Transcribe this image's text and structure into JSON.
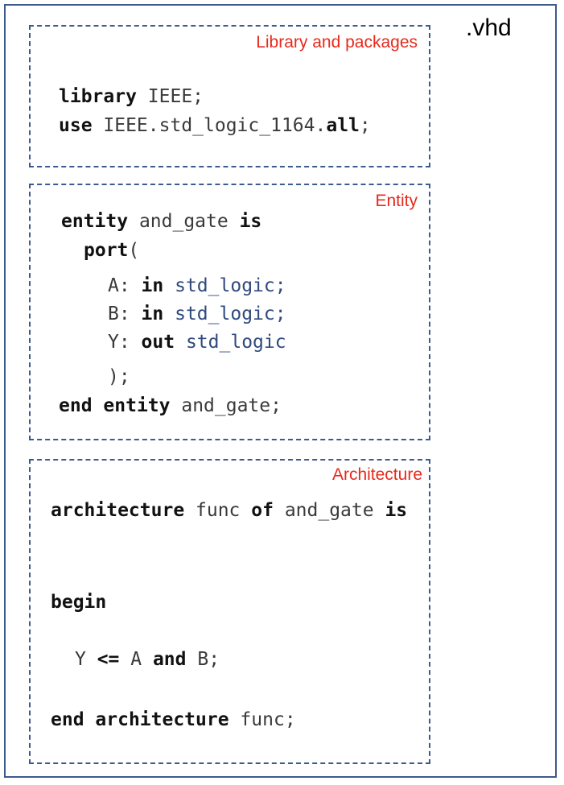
{
  "file_extension": ".vhd",
  "sections": {
    "library": {
      "title": "Library and packages",
      "line1": {
        "kw1": "library",
        "t1": " IEEE;"
      },
      "line2": {
        "kw1": "use",
        "t1": " IEEE.std_logic_1164.",
        "kw2": "all",
        "t2": ";"
      }
    },
    "entity": {
      "title": "Entity",
      "line1": {
        "kw1": "entity",
        "t1": " and_gate ",
        "kw2": "is"
      },
      "line2": {
        "kw1": "port",
        "t1": "("
      },
      "line3": {
        "t1": "A: ",
        "kw1": "in",
        "sp": " ",
        "ty1": "std_logic;"
      },
      "line4": {
        "t1": "B: ",
        "kw1": "in",
        "sp": " ",
        "ty1": "std_logic;"
      },
      "line5": {
        "t1": "Y: ",
        "kw1": "out",
        "sp": " ",
        "ty1": "std_logic"
      },
      "line6": {
        "t1": ");"
      },
      "line7": {
        "kw1": "end",
        "sp": " ",
        "kw2": "entity",
        "t1": " and_gate;"
      }
    },
    "architecture": {
      "title": "Architecture",
      "line1": {
        "kw1": "architecture",
        "t1": " func ",
        "kw2": "of",
        "t2": " and_gate ",
        "kw3": "is"
      },
      "line2": {
        "kw1": "begin"
      },
      "line3": {
        "t1": "Y ",
        "kw1": "<=",
        "t2": " A ",
        "kw2": "and",
        "t3": " B;"
      },
      "line4": {
        "kw1": "end",
        "sp": " ",
        "kw2": "architecture",
        "t1": " func;"
      }
    }
  }
}
